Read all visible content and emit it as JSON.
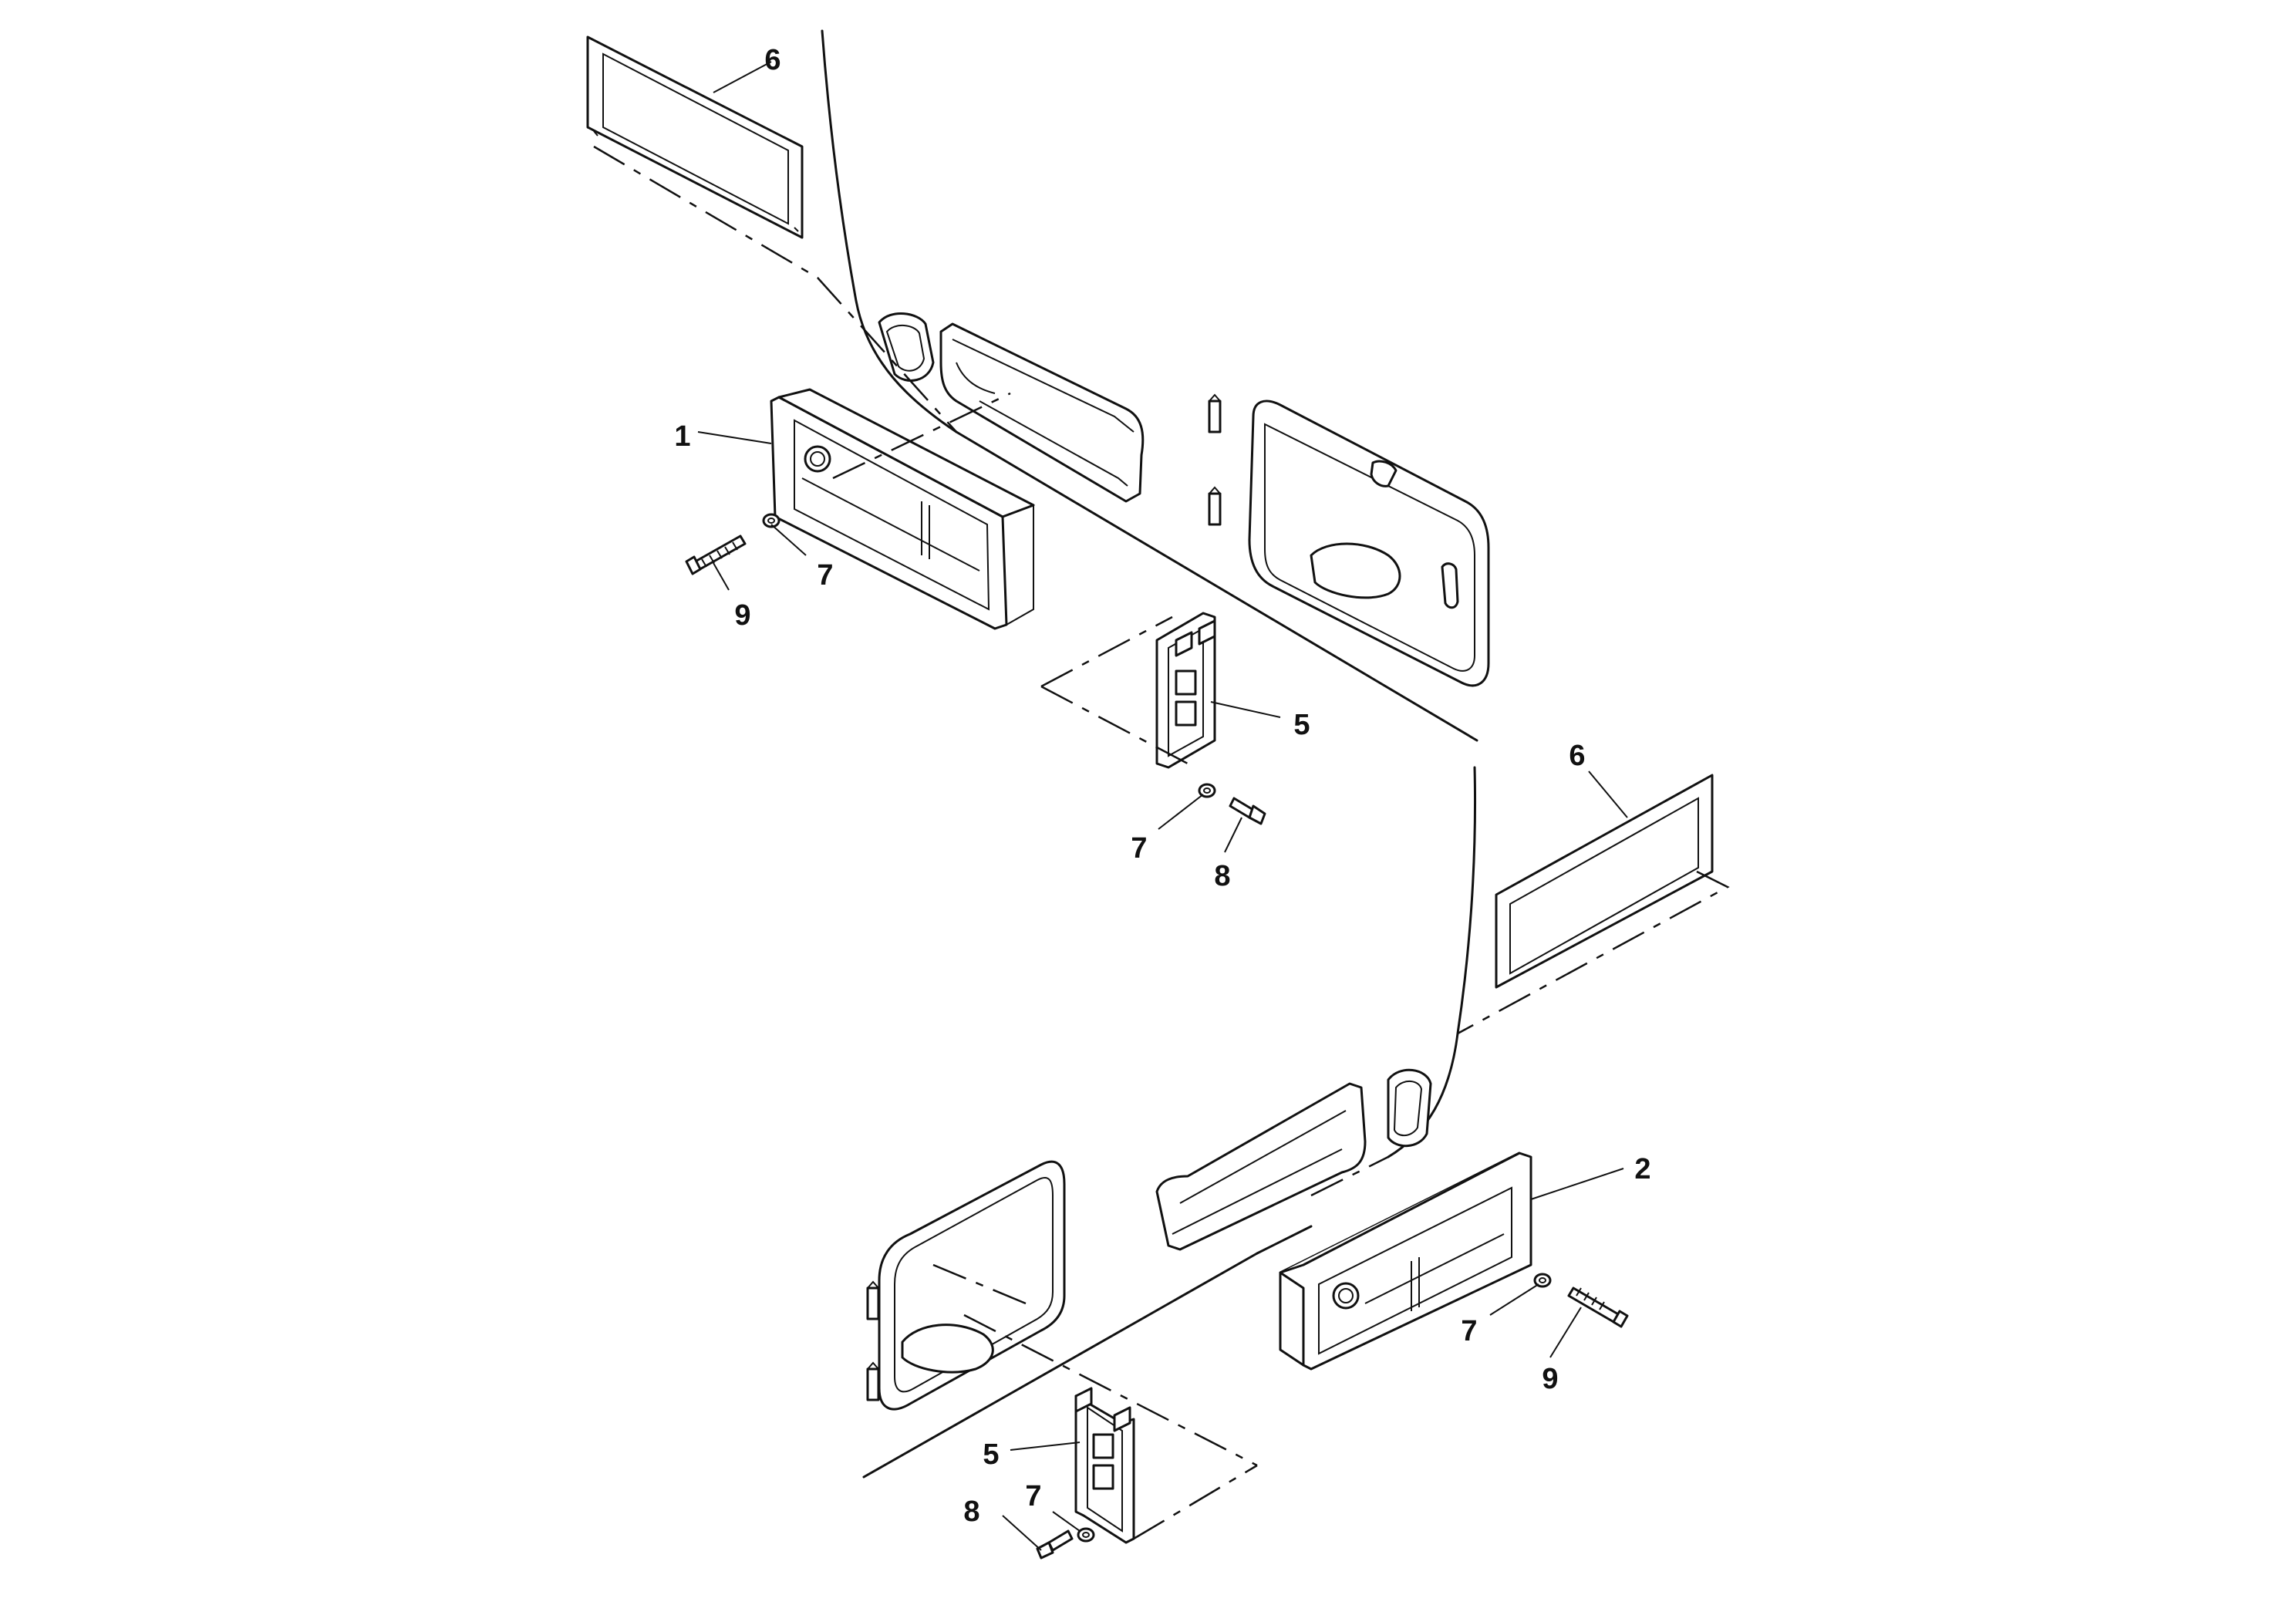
{
  "diagram": {
    "callouts": {
      "c1": "1",
      "c2": "2",
      "c5a": "5",
      "c5b": "5",
      "c6a": "6",
      "c6b": "6",
      "c7a": "7",
      "c7b": "7",
      "c7c": "7",
      "c7d": "7",
      "c8a": "8",
      "c8b": "8",
      "c9a": "9",
      "c9b": "9"
    }
  }
}
